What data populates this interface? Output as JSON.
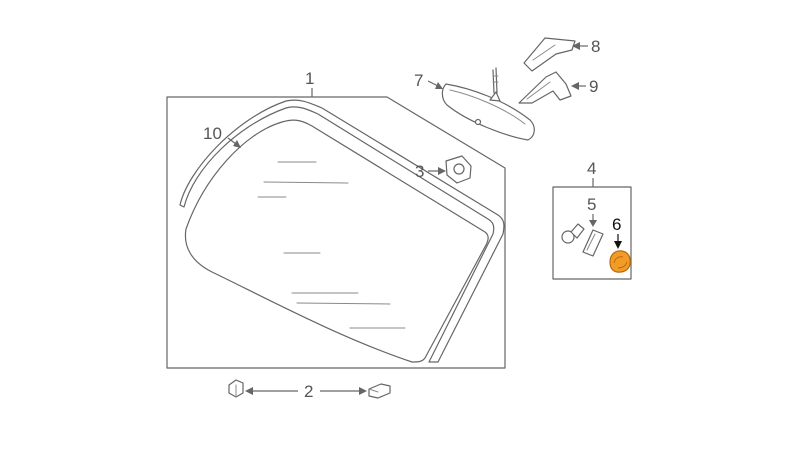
{
  "diagram": {
    "callouts": {
      "c1": "1",
      "c2": "2",
      "c3": "3",
      "c4": "4",
      "c5": "5",
      "c6": "6",
      "c7": "7",
      "c8": "8",
      "c9": "9",
      "c10": "10"
    },
    "highlighted_part": "6",
    "highlight_color": "#f29b27"
  }
}
